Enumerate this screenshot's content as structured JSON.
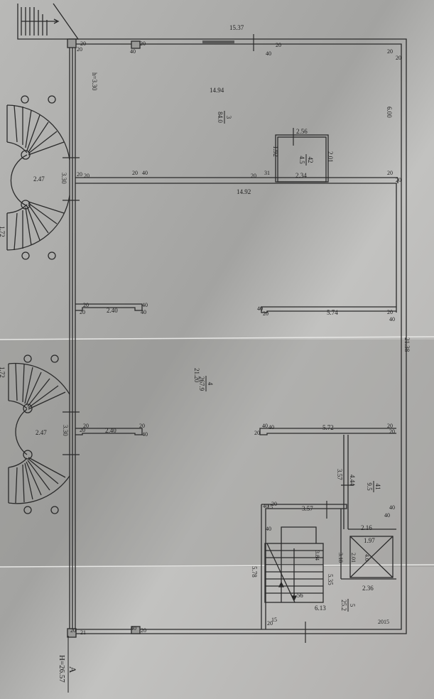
{
  "plan": {
    "elevation_mark": "H=26.57",
    "axis_label": "A",
    "rooms": [
      {
        "number": "3",
        "area": "84.0"
      },
      {
        "number": "42",
        "area": "4.5"
      },
      {
        "number": "4",
        "area": "267.9"
      },
      {
        "number": "41",
        "area": "9.5"
      },
      {
        "number": "5",
        "area": "25.2"
      }
    ],
    "dimensions": [
      "15.37",
      "14.94",
      "h=3.30",
      "6.00",
      "2.56",
      "1.92",
      "2.01",
      "2.34",
      "14.92",
      "2.47",
      "3.30",
      "1.72",
      "2.40",
      "5.74",
      "21.38",
      "21.20",
      "1.72",
      "2.47",
      "3.30",
      "2.40",
      "5.72",
      "3.57",
      "4.44",
      "3.57",
      "2.16",
      "1.97",
      "3.84",
      "3.18",
      "2.01",
      "4.0",
      "5.78",
      "5.35",
      "2.56",
      "2.36",
      "6.13"
    ],
    "wall_marks": [
      "20",
      "20",
      "40",
      "20",
      "40",
      "20",
      "20",
      "20",
      "20",
      "20",
      "20",
      "40",
      "20",
      "31",
      "20",
      "20",
      "20",
      "20",
      "40",
      "40",
      "40",
      "20",
      "20",
      "40",
      "20",
      "20",
      "40",
      "20",
      "20",
      "40",
      "40",
      "20",
      "20",
      "40",
      "40",
      "15",
      "20",
      "40",
      "40",
      "20",
      "15",
      "20",
      "15",
      "20",
      "21",
      "40",
      "20"
    ]
  }
}
